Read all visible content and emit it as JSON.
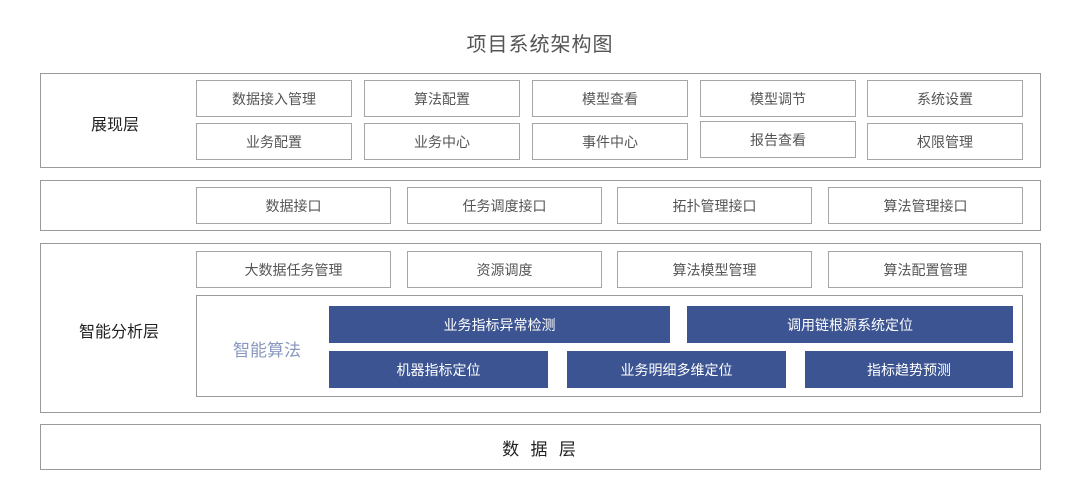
{
  "title": "项目系统架构图",
  "presentation_layer": {
    "label": "展现层",
    "row1": [
      "数据接入管理",
      "算法配置",
      "模型查看",
      "模型调节",
      "系统设置"
    ],
    "row2": [
      "业务配置",
      "业务中心",
      "事件中心",
      "报告查看",
      "权限管理"
    ]
  },
  "interface_layer": {
    "items": [
      "数据接口",
      "任务调度接口",
      "拓扑管理接口",
      "算法管理接口"
    ]
  },
  "analysis_layer": {
    "label": "智能分析层",
    "row": [
      "大数据任务管理",
      "资源调度",
      "算法模型管理",
      "算法配置管理"
    ],
    "algorithms": {
      "label": "智能算法",
      "row1": [
        "业务指标异常检测",
        "调用链根源系统定位"
      ],
      "row2": [
        "机器指标定位",
        "业务明细多维定位",
        "指标趋势预测"
      ]
    }
  },
  "data_layer": {
    "label": "数 据 层"
  },
  "colors": {
    "algo_fill": "#3c5592",
    "algo_label": "#8a98c0",
    "border": "#9a9a9a"
  }
}
